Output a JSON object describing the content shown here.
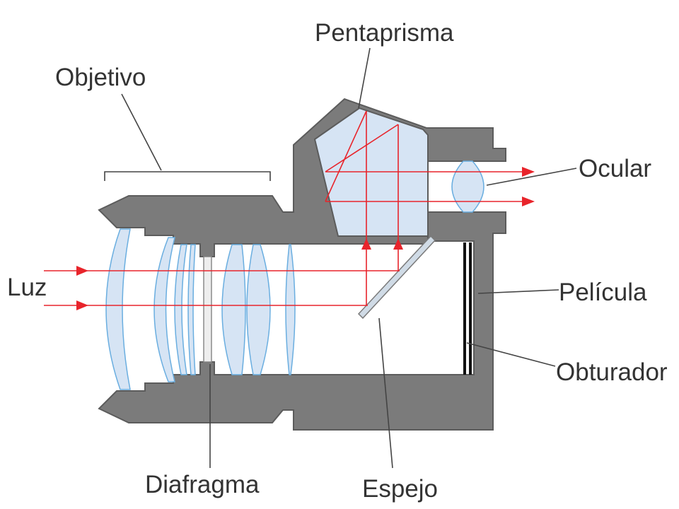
{
  "labels": {
    "pentaprisma": "Pentaprisma",
    "objetivo": "Objetivo",
    "ocular": "Ocular",
    "luz": "Luz",
    "pelicula": "Película",
    "obturador": "Obturador",
    "diafragma": "Diafragma",
    "espejo": "Espejo"
  },
  "colors": {
    "body": "#7b7b7b",
    "outline": "#5c5c5c",
    "glass": "#d6e4f4",
    "glass_edge": "#6aaee0",
    "ray": "#e8242b",
    "text": "#333333",
    "leader": "#444444",
    "film": "#111111",
    "mirror": "#d0dbe6"
  }
}
